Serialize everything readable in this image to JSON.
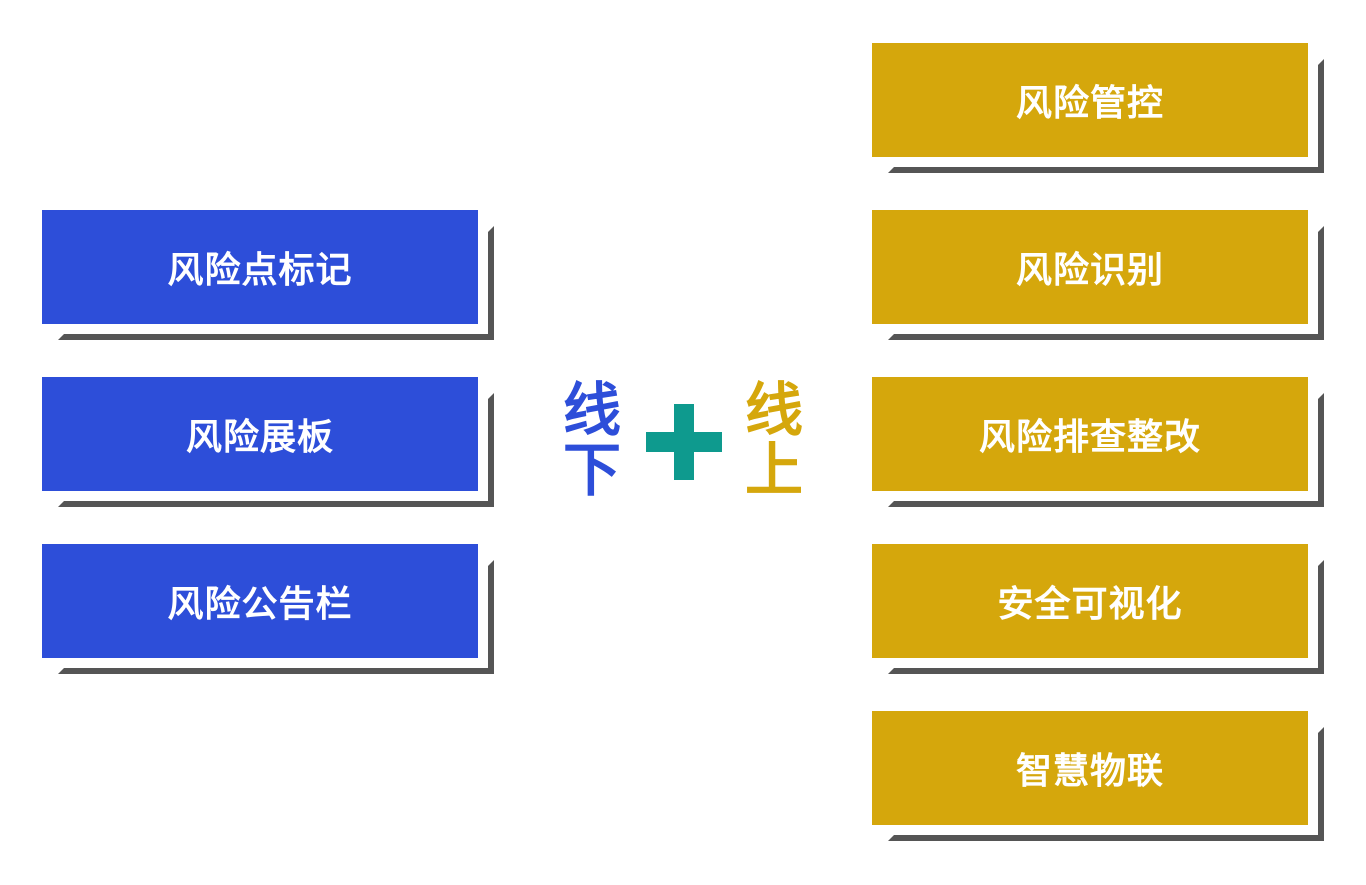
{
  "colors": {
    "offline": "#2d4ed9",
    "online": "#d5a70c",
    "plus": "#0e9a8e",
    "shadow": "#555555"
  },
  "offline": {
    "label_char1": "线",
    "label_char2": "下",
    "items": [
      {
        "label": "风险点标记"
      },
      {
        "label": "风险展板"
      },
      {
        "label": "风险公告栏"
      }
    ]
  },
  "online": {
    "label_char1": "线",
    "label_char2": "上",
    "items": [
      {
        "label": "风险管控"
      },
      {
        "label": "风险识别"
      },
      {
        "label": "风险排查整改"
      },
      {
        "label": "安全可视化"
      },
      {
        "label": "智慧物联"
      }
    ]
  },
  "plus_icon": "plus-icon"
}
